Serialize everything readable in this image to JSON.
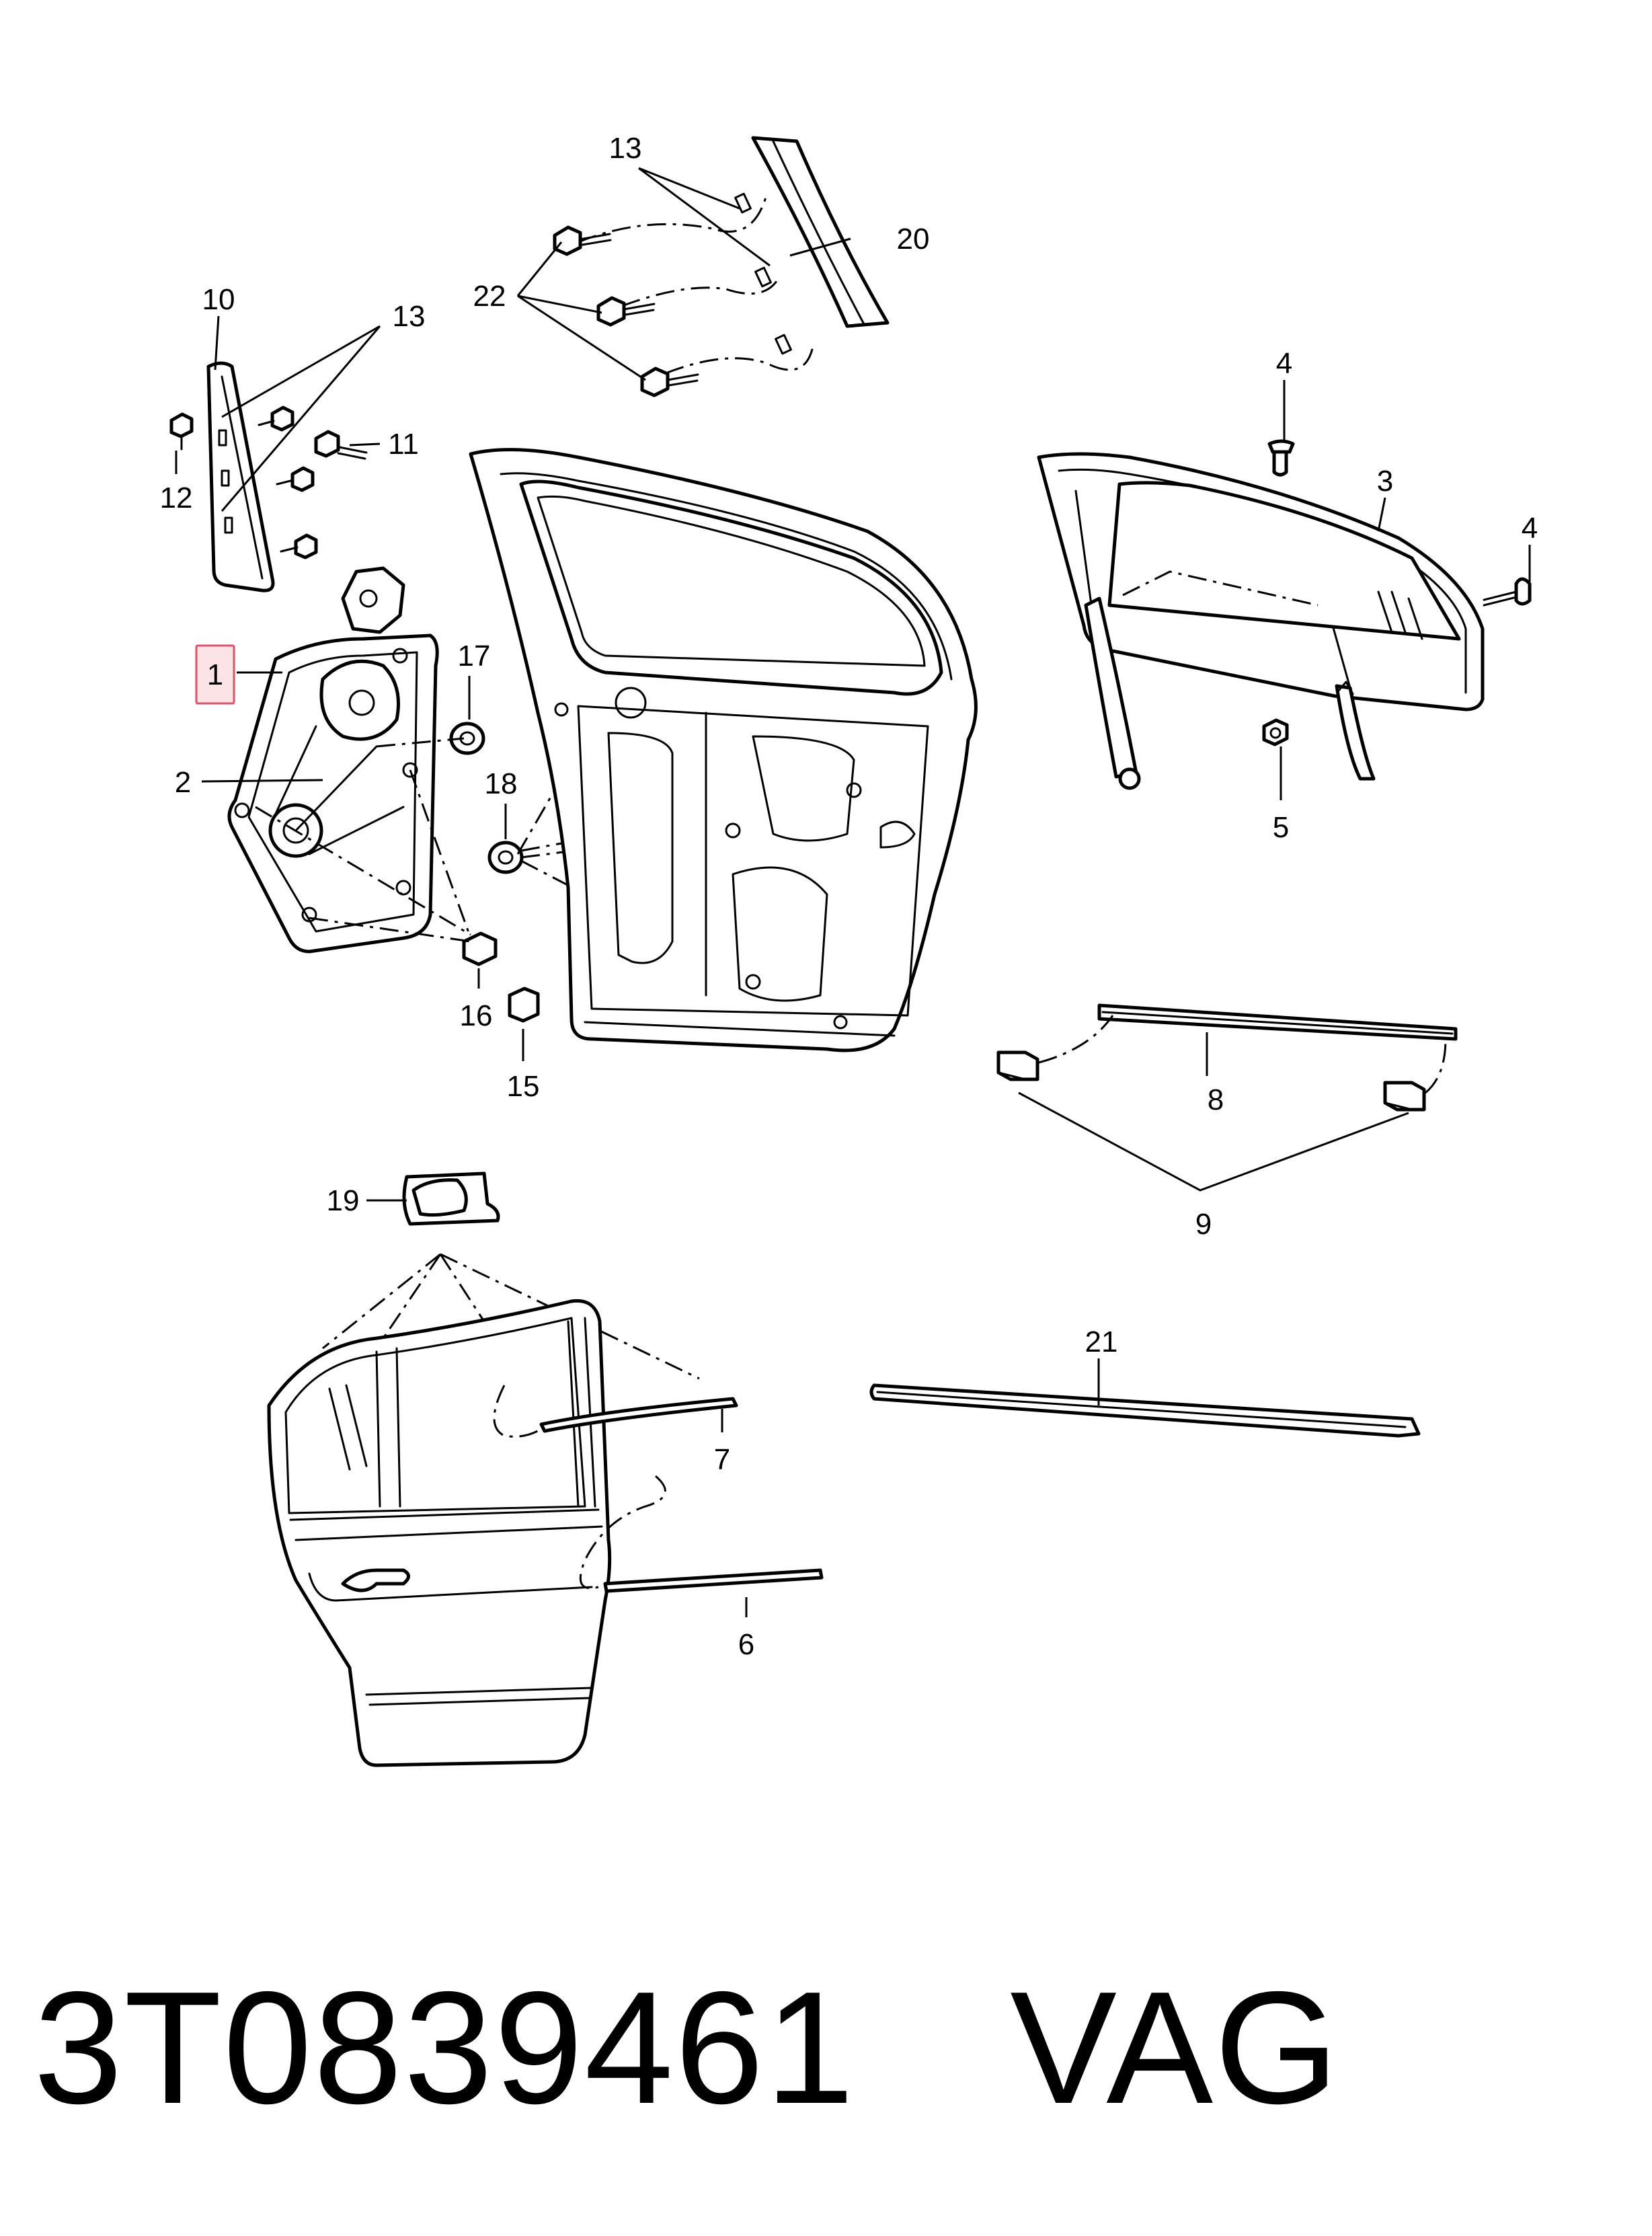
{
  "callouts": {
    "c1": "1",
    "c2": "2",
    "c3": "3",
    "c4a": "4",
    "c4b": "4",
    "c5": "5",
    "c6": "6",
    "c7": "7",
    "c8": "8",
    "c9": "9",
    "c10": "10",
    "c11": "11",
    "c12": "12",
    "c13a": "13",
    "c13b": "13",
    "c15": "15",
    "c16": "16",
    "c17": "17",
    "c18": "18",
    "c19": "19",
    "c20": "20",
    "c21": "21",
    "c22": "22"
  },
  "highlighted_callout": "1",
  "highlight_color": "#e05068",
  "footer": {
    "part_number": "3T0839461",
    "brand": "VAG"
  }
}
